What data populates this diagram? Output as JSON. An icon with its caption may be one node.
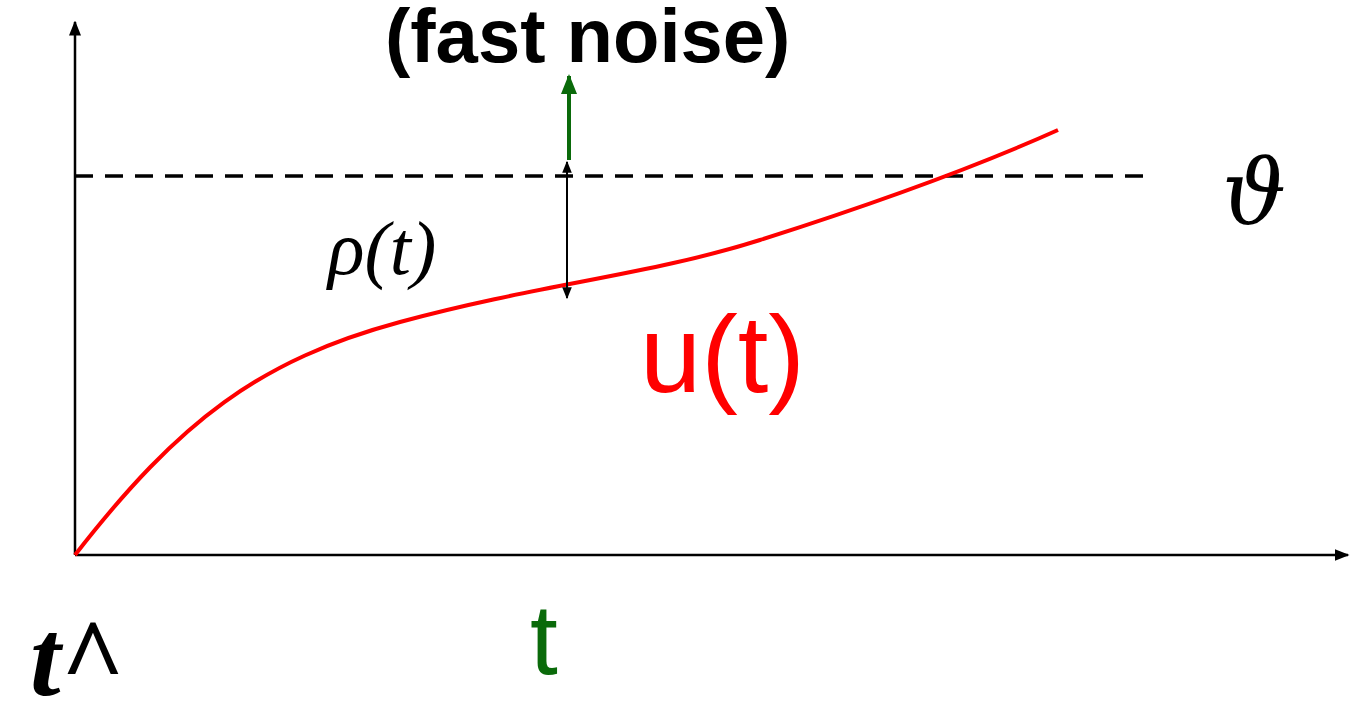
{
  "diagram": {
    "labels": [
      "(fast noise)",
      "ϑ",
      "ρ(t)",
      "u(t)",
      "t^",
      "t"
    ]
  }
}
